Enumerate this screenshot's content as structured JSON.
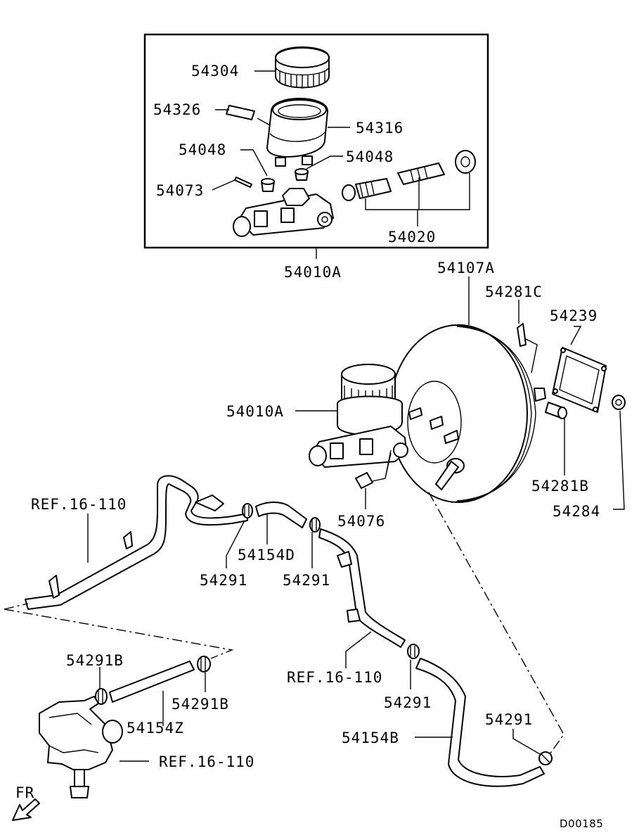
{
  "labels": {
    "p54304": "54304",
    "p54326": "54326",
    "p54316": "54316",
    "p54048a": "54048",
    "p54048b": "54048",
    "p54073": "54073",
    "p54020": "54020",
    "p54010A_top": "54010A",
    "p54107A": "54107A",
    "p54281C": "54281C",
    "p54239": "54239",
    "p54010A_mid": "54010A",
    "p54281B": "54281B",
    "p54284": "54284",
    "p54076": "54076",
    "ref1": "REF.16-110",
    "p54154D": "54154D",
    "p54291a": "54291",
    "p54291b": "54291",
    "ref2": "REF.16-110",
    "p54291c": "54291",
    "p54291d": "54291",
    "p54154B": "54154B",
    "p54291B_left": "54291B",
    "p54291B_right": "54291B",
    "p54154Z": "54154Z",
    "ref3": "REF.16-110",
    "fr": "FR",
    "code": "D00185"
  }
}
